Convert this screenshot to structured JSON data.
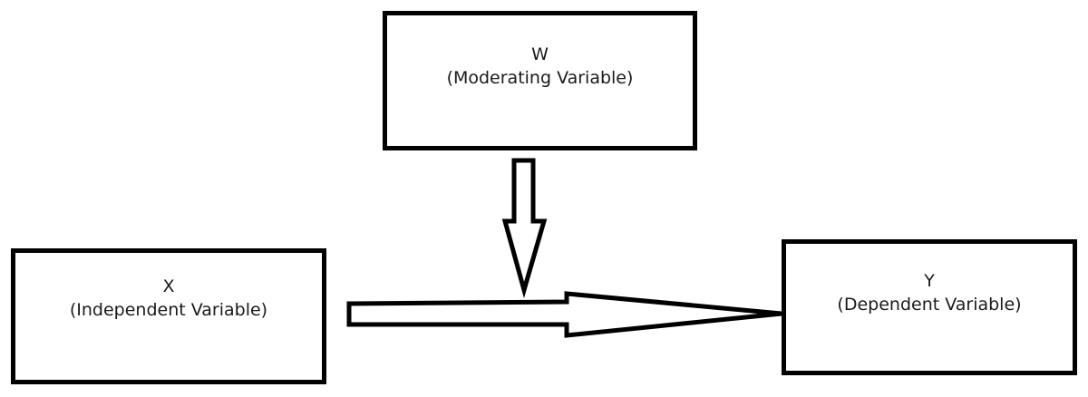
{
  "diagram": {
    "moderator": {
      "symbol": "W",
      "label": "(Moderating Variable)"
    },
    "independent": {
      "symbol": "X",
      "label": "(Independent Variable)"
    },
    "dependent": {
      "symbol": "Y",
      "label": "(Dependent Variable)"
    },
    "colors": {
      "stroke": "#000000",
      "fill": "#ffffff"
    },
    "arrows": [
      {
        "from": "independent",
        "to": "dependent"
      },
      {
        "from": "moderator",
        "to": "independent-dependent-arrow"
      }
    ]
  }
}
